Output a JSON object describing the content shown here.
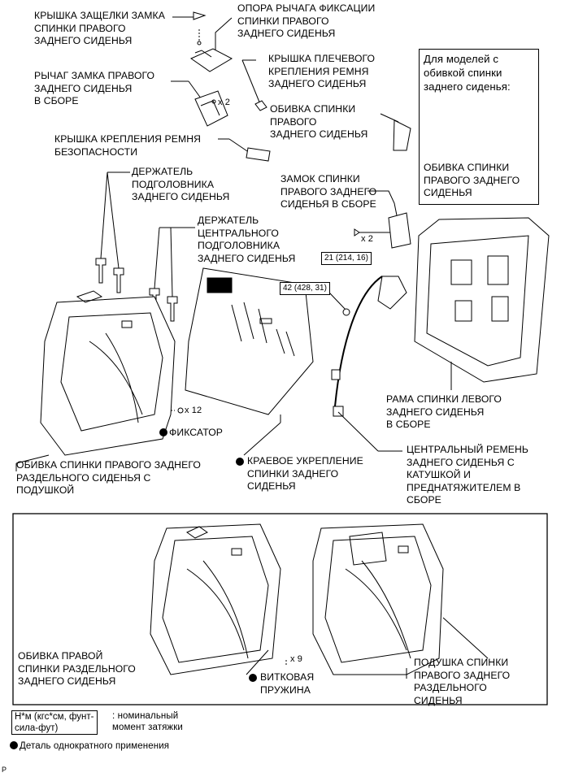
{
  "labels": {
    "latch_cover": "КРЫШКА ЗАЩЕЛКИ ЗАМКА\nСПИНКИ ПРАВОГО\nЗАДНЕГО СИДЕНЬЯ",
    "lever_support": "ОПОРА РЫЧАГА ФИКСАЦИИ\nСПИНКИ ПРАВОГО\nЗАДНЕГО СИДЕНЬЯ",
    "shoulder_belt_cover": "КРЫШКА ПЛЕЧЕВОГО\nКРЕПЛЕНИЯ РЕМНЯ\nЗАДНЕГО СИДЕНЬЯ",
    "lock_lever": "РЫЧАГ ЗАМКА ПРАВОГО\nЗАДНЕГО СИДЕНЬЯ\nВ СБОРЕ",
    "lever_qty": "x 2",
    "back_trim": "ОБИВКА СПИНКИ\nПРАВОГО\nЗАДНЕГО СИДЕНЬЯ",
    "belt_anchor_cover": "КРЫШКА КРЕПЛЕНИЯ РЕМНЯ\nБЕЗОПАСНОСТИ",
    "headrest_holder": "ДЕРЖАТЕЛЬ\nПОДГОЛОВНИКА\nЗАДНЕГО СИДЕНЬЯ",
    "center_headrest_holder": "ДЕРЖАТЕЛЬ\nЦЕНТРАЛЬНОГО\nПОДГОЛОВНИКА\nЗАДНЕГО СИДЕНЬЯ",
    "back_lock": "ЗАМОК СПИНКИ\nПРАВОГО ЗАДНЕГО\nСИДЕНЬЯ В СБОРЕ",
    "lock_qty": "x 2",
    "torque_21": "21 (214, 16)",
    "torque_42": "42 (428, 31)",
    "inset_title": "Для моделей с\nобивкой спинки\nзаднего сиденья:",
    "inset_trim": "ОБИВКА СПИНКИ\nПРАВОГО ЗАДНЕГО\nСИДЕНЬЯ",
    "left_frame": "РАМА СПИНКИ ЛЕВОГО\nЗАДНЕГО СИДЕНЬЯ\nВ СБОРЕ",
    "clip_qty": "x 12",
    "clip": "ФИКСАТОР",
    "edge_protector": "КРАЕВОЕ УКРЕПЛЕНИЕ\nСПИНКИ ЗАДНЕГО\nСИДЕНЬЯ",
    "cover_with_pad": "ОБИВКА СПИНКИ ПРАВОГО ЗАДНЕГО\nРАЗДЕЛЬНОГО СИДЕНЬЯ С\nПОДУШКОЙ",
    "center_belt": "ЦЕНТРАЛЬНЫЙ РЕМЕНЬ\nЗАДНЕГО СИДЕНЬЯ С\nКАТУШКОЙ И\nПРЕДНАТЯЖИТЕЛЕМ В\nСБОРЕ",
    "right_cover": "ОБИВКА ПРАВОЙ\nСПИНКИ РАЗДЕЛЬНОГО\nЗАДНЕГО СИДЕНЬЯ",
    "spring_qty": "x 9",
    "hog_ring": "ВИТКОВАЯ\nПРУЖИНА",
    "back_pad": "ПОДУШКА СПИНКИ\nПРАВОГО ЗАДНЕГО\nРАЗДЕЛЬНОГО\nСИДЕНЬЯ"
  },
  "legend": {
    "unit": "Н*м (кгс*см, фунт-\nсила-фут)",
    "unit_desc": ": номинальный\nмомент затяжки",
    "non_reusable": "Деталь однократного применения"
  },
  "figure_code": "P"
}
